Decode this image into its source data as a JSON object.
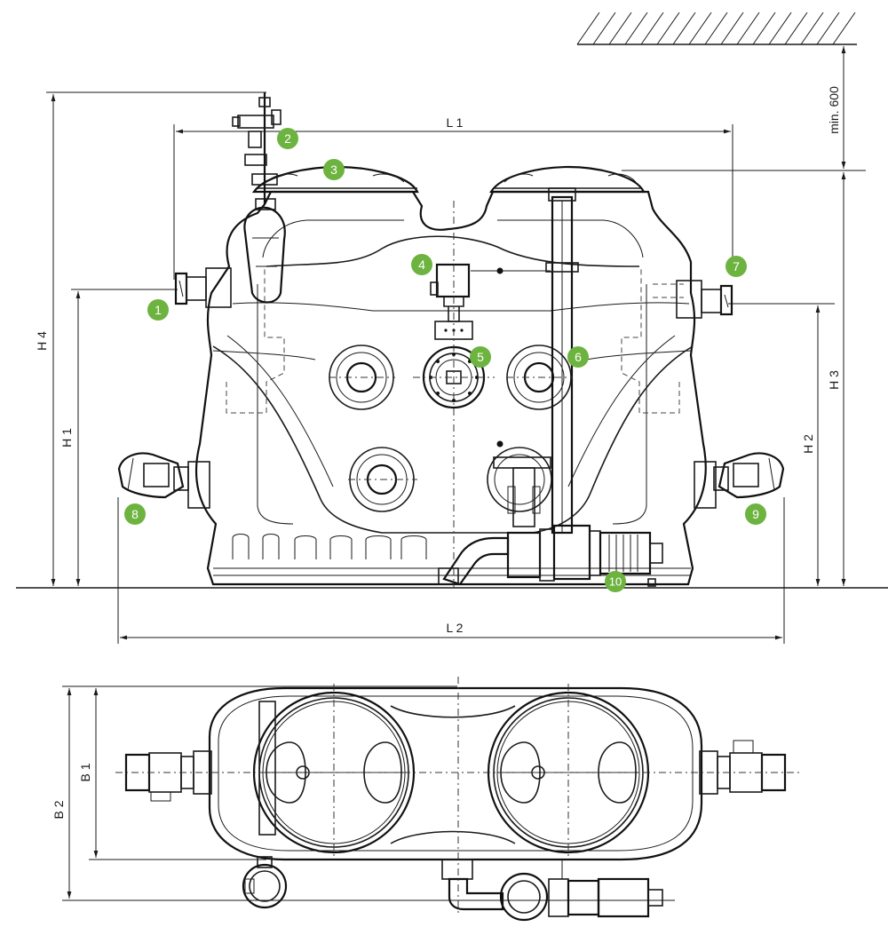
{
  "colors": {
    "badge": "#6db33f",
    "badge_text": "#ffffff",
    "line": "#1a1a1a"
  },
  "dimensions": {
    "L1": "L 1",
    "L2": "L 2",
    "H1": "H 1",
    "H2": "H 2",
    "H3": "H 3",
    "H4": "H 4",
    "B1": "B 1",
    "B2": "B 2",
    "min600": "min. 600"
  },
  "callouts": [
    "1",
    "2",
    "3",
    "4",
    "5",
    "6",
    "7",
    "8",
    "9",
    "10"
  ]
}
